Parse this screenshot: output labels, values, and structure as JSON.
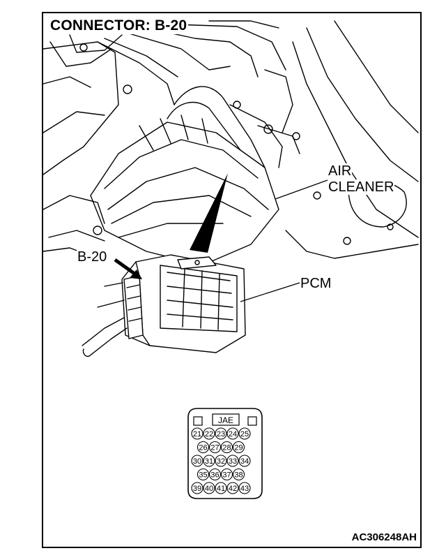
{
  "title": "CONNECTOR: B-20",
  "labels": {
    "air_cleaner_line1": "AIR",
    "air_cleaner_line2": "CLEANER",
    "connector": "B-20",
    "pcm": "PCM"
  },
  "connector_face": {
    "maker": "JAE",
    "rows": [
      [
        "21",
        "22",
        "23",
        "24",
        "25"
      ],
      [
        "26",
        "27",
        "28",
        "29"
      ],
      [
        "30",
        "31",
        "32",
        "33",
        "34"
      ],
      [
        "35",
        "36",
        "37",
        "38"
      ],
      [
        "39",
        "40",
        "41",
        "42",
        "43"
      ]
    ]
  },
  "figure_code": "AC306248AH"
}
